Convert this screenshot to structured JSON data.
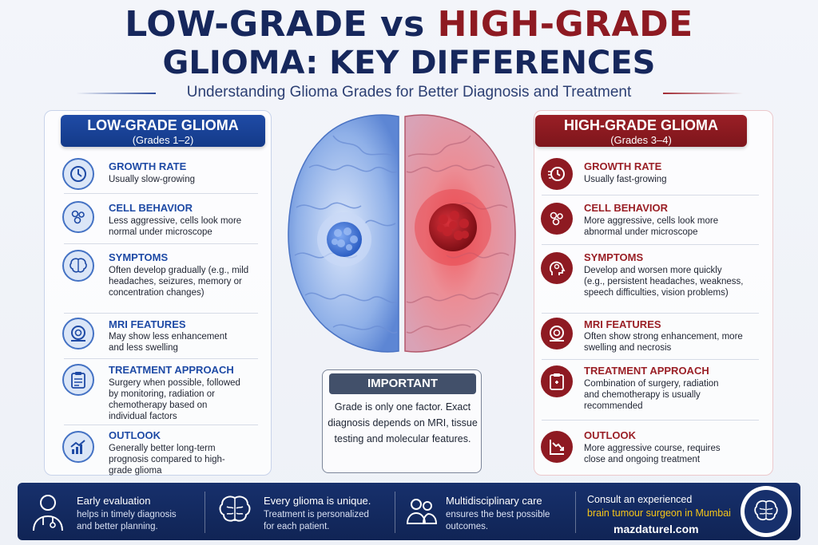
{
  "title": {
    "low": "LOW-GRADE",
    "vs": "vs",
    "high": "HIGH-GRADE",
    "line2": "GLIOMA: KEY DIFFERENCES",
    "subtitle": "Understanding Glioma Grades for Better Diagnosis and Treatment"
  },
  "colors": {
    "navy": "#16275c",
    "crimson": "#8e1a22",
    "blue_accent": "#1e4aa5",
    "gold": "#f5c518"
  },
  "low_grade": {
    "heading": "LOW-GRADE GLIOMA",
    "grades": "(Grades 1–2)",
    "items": [
      {
        "icon": "clock-icon",
        "title": "GROWTH RATE",
        "desc": "Usually slow-growing"
      },
      {
        "icon": "cells-icon",
        "title": "CELL BEHAVIOR",
        "desc": "Less aggressive, cells look more normal under microscope"
      },
      {
        "icon": "brain-icon",
        "title": "SYMPTOMS",
        "desc": "Often develop gradually (e.g., mild headaches, seizures, memory or concentration changes)"
      },
      {
        "icon": "mri-scanner-icon",
        "title": "MRI FEATURES",
        "desc": "May show less enhancement and less swelling"
      },
      {
        "icon": "clipboard-icon",
        "title": "TREATMENT APPROACH",
        "desc": "Surgery when possible, followed by monitoring, radiation or chemotherapy based on individual factors"
      },
      {
        "icon": "trend-up-chart-icon",
        "title": "OUTLOOK",
        "desc": "Generally better long-term prognosis compared to high-grade glioma"
      }
    ]
  },
  "high_grade": {
    "heading": "HIGH-GRADE GLIOMA",
    "grades": "(Grades 3–4)",
    "items": [
      {
        "icon": "fast-clock-icon",
        "title": "GROWTH RATE",
        "desc": "Usually fast-growing"
      },
      {
        "icon": "cells-icon",
        "title": "CELL BEHAVIOR",
        "desc": "More aggressive, cells look more abnormal under microscope"
      },
      {
        "icon": "head-icon",
        "title": "SYMPTOMS",
        "desc": "Develop and worsen more quickly (e.g., persistent headaches, weakness, speech difficulties, vision problems)"
      },
      {
        "icon": "mri-scanner-icon",
        "title": "MRI FEATURES",
        "desc": "Often show strong enhancement, more swelling and necrosis"
      },
      {
        "icon": "medical-clipboard-icon",
        "title": "TREATMENT APPROACH",
        "desc": "Combination of surgery, radiation and chemotherapy is usually recommended"
      },
      {
        "icon": "trend-down-chart-icon",
        "title": "OUTLOOK",
        "desc": "More aggressive course, requires close and ongoing treatment"
      }
    ]
  },
  "important": {
    "heading": "IMPORTANT",
    "text": "Grade is only one factor. Exact diagnosis depends on MRI, tissue testing and molecular features."
  },
  "footer": {
    "items": [
      {
        "icon": "doctor-icon",
        "title": "Early evaluation",
        "line1": "helps in timely diagnosis",
        "line2": "and better planning."
      },
      {
        "icon": "brain-icon",
        "title": "Every glioma is unique.",
        "line1": "Treatment is personalized",
        "line2": "for each patient."
      },
      {
        "icon": "team-icon",
        "title": "Multidisciplinary care",
        "line1": "ensures the best possible",
        "line2": "outcomes."
      }
    ],
    "consult": "Consult an experienced",
    "highlight": "brain tumour surgeon in Mumbai",
    "url": "mazdaturel.com"
  }
}
